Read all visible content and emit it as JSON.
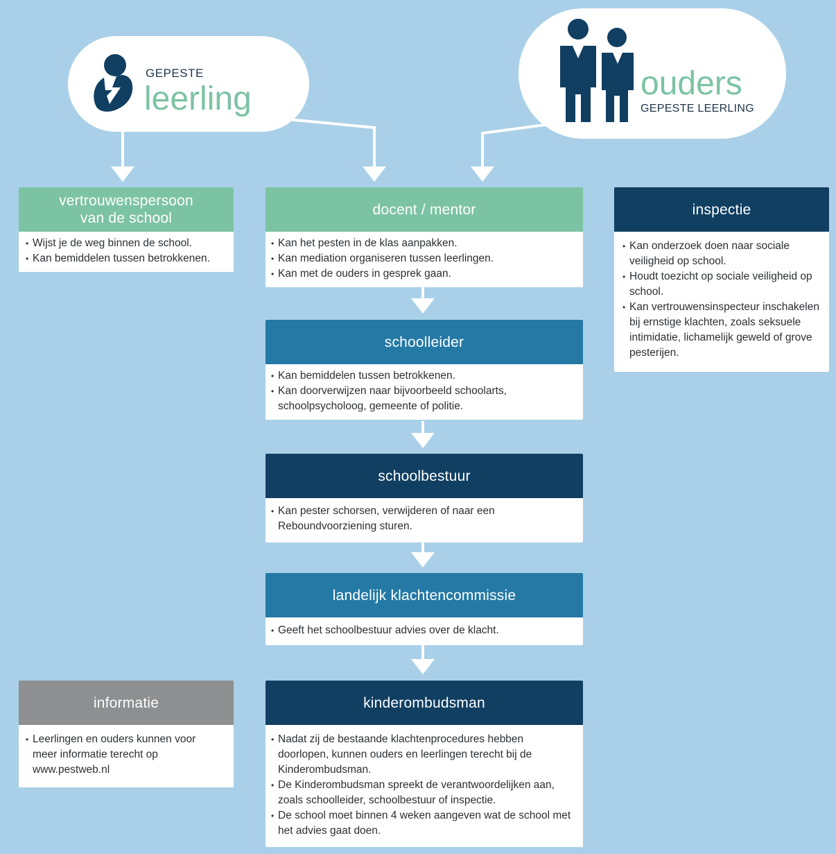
{
  "actors": {
    "leerling": {
      "small": "GEPESTE",
      "big": "leerling",
      "icon": "sad-child-icon"
    },
    "ouders": {
      "big": "ouders",
      "small": "GEPESTE LEERLING",
      "icon": "parents-icon"
    }
  },
  "boxes": {
    "vertrouwenspersoon": {
      "title_line1": "vertrouwenspersoon",
      "title_line2": "van de school",
      "items": [
        "Wijst je de weg binnen de school.",
        "Kan bemiddelen tussen betrokkenen."
      ]
    },
    "docent": {
      "title": "docent / mentor",
      "items": [
        "Kan het pesten in de klas aanpakken.",
        "Kan mediation organiseren tussen leerlingen.",
        "Kan met de ouders in gesprek gaan."
      ]
    },
    "inspectie": {
      "title": "inspectie",
      "items": [
        "Kan onderzoek doen naar sociale veiligheid op school.",
        "Houdt toezicht op sociale veiligheid op school.",
        "Kan vertrouwensinspecteur inschakelen bij ernstige klachten, zoals seksuele intimidatie, lichamelijk geweld of grove pesterijen."
      ]
    },
    "schoolleider": {
      "title": "schoolleider",
      "items": [
        "Kan bemiddelen tussen betrokkenen.",
        "Kan doorverwijzen naar bijvoorbeeld schoolarts, schoolpsycholoog, gemeente of politie."
      ]
    },
    "schoolbestuur": {
      "title": "schoolbestuur",
      "items": [
        "Kan pester schorsen, verwijderen of naar een Reboundvoorziening  sturen."
      ]
    },
    "klachtencommissie": {
      "title": "landelijk klachtencommissie",
      "items": [
        "Geeft het schoolbestuur advies over de klacht."
      ]
    },
    "informatie": {
      "title": "informatie",
      "items": [
        "Leerlingen en ouders kunnen voor meer informatie terecht op www.pestweb.nl"
      ]
    },
    "kinderombudsman": {
      "title": "kinderombudsman",
      "items": [
        "Nadat zij de bestaande klachtenprocedures hebben doorlopen, kunnen ouders en leerlingen terecht bij de Kinderombudsman.",
        "De Kinderombudsman spreekt de verantwoordelijken aan, zoals schoolleider, schoolbestuur of inspectie.",
        "De school moet binnen 4 weken aangeven wat de school met het advies gaat doen."
      ]
    }
  },
  "colors": {
    "background": "#a9d0e8",
    "green": "#7cc3a3",
    "teal": "#2479a5",
    "navy": "#103f62",
    "grey": "#8d8f91"
  }
}
